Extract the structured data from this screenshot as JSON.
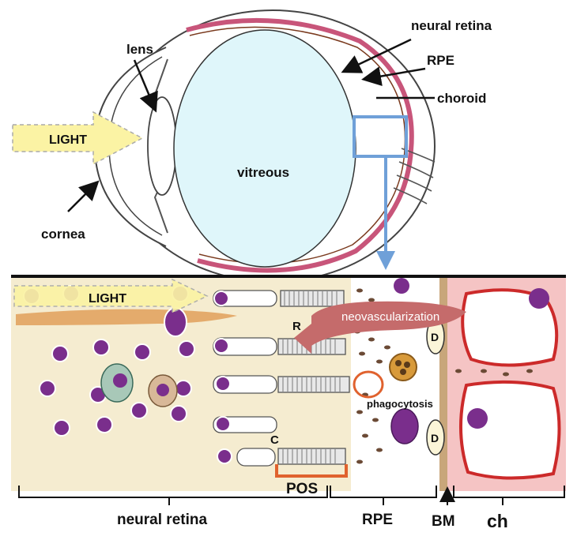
{
  "eye_labels": {
    "neural_retina": "neural retina",
    "rpe": "RPE",
    "choroid": "choroid",
    "lens": "lens",
    "light": "LIGHT",
    "vitreous": "vitreous",
    "cornea": "cornea"
  },
  "detail_labels": {
    "light": "LIGHT",
    "neovascularization": "neovascularization",
    "phagocytosis": "phagocytosis",
    "rod_marker": "R",
    "cone_marker": "C",
    "drusen_marker": "D",
    "pos": "POS"
  },
  "bottom_labels": {
    "neural_retina": "neural retina",
    "rpe": "RPE",
    "bm": "BM",
    "ch": "ch"
  },
  "colors": {
    "vitreous": "#dff6fa",
    "retina_band": "#c8557a",
    "highlight_box": "#6fa0d8",
    "light_arrow": "#fbf3a4",
    "retina_bg": "#f5ecd0",
    "choroid_bg": "#f5c4c4",
    "nuclei": "#7a2e8c",
    "pos_bracket": "#e0622e",
    "neo_arrow": "#c56b6b"
  }
}
